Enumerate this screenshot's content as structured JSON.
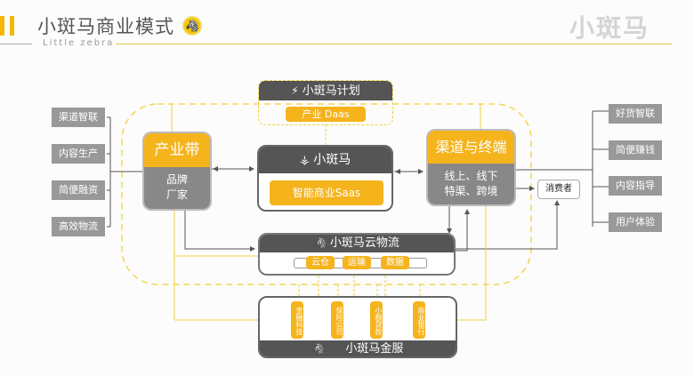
{
  "header": {
    "title": "小斑马商业模式",
    "subtitle": "Little zebra",
    "brand": "小斑马",
    "accent": "#f5b800"
  },
  "left_tags": [
    "渠道智联",
    "内容生产",
    "简便融资",
    "高效物流"
  ],
  "right_tags": [
    "好货智联",
    "简便赚钱",
    "内容指导",
    "用户体验"
  ],
  "industry_belt": {
    "title": "产业带",
    "body_line1": "品牌",
    "body_line2": "厂家"
  },
  "plan": {
    "title": "小斑马计划",
    "item": "产业 Daas"
  },
  "core": {
    "title": "小斑马",
    "item": "智能商业Saas"
  },
  "channel": {
    "title": "渠道与终端",
    "body_line1": "线上、线下",
    "body_line2": "特渠、跨境"
  },
  "consumer": "消费者",
  "logistics": {
    "title": "小斑马云物流",
    "items": [
      "云仓",
      "运输",
      "数据"
    ]
  },
  "finance": {
    "title": "小斑马金服",
    "items": [
      "金融科技",
      "保险公司",
      "小额贷款",
      "商业银行"
    ]
  },
  "colors": {
    "yellow": "#f5b31c",
    "dark": "#555555",
    "gray": "#888888",
    "tag_gray": "#999999"
  }
}
